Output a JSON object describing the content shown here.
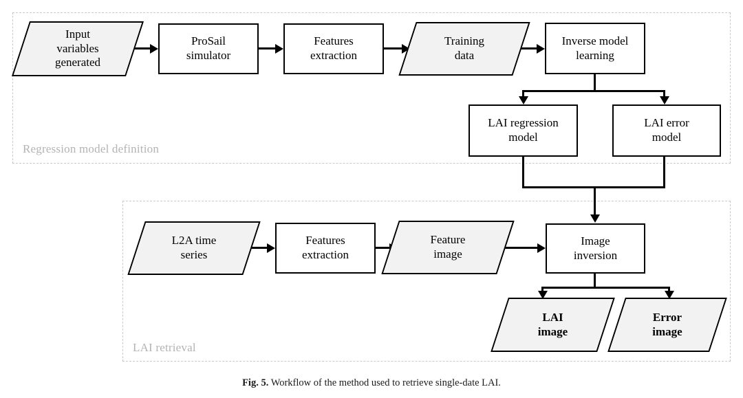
{
  "figure": {
    "caption_number": "Fig. 5.",
    "caption_text": " Workflow of the method used to retrieve single-date LAI."
  },
  "groups": [
    {
      "id": "regression-model-definition",
      "label": "Regression model definition"
    },
    {
      "id": "lai-retrieval",
      "label": "LAI retrieval"
    }
  ],
  "nodes": {
    "input_variables_generated": "Input\nvariables\ngenerated",
    "prosail_simulator": "ProSail\nsimulator",
    "features_extraction_top": "Features\nextraction",
    "training_data": "Training\ndata",
    "inverse_model_learning": "Inverse model\nlearning",
    "lai_regression_model": "LAI regression\nmodel",
    "lai_error_model": "LAI error\nmodel",
    "l2a_time_series": "L2A time\nseries",
    "features_extraction_bottom": "Features\nextraction",
    "feature_image": "Feature\nimage",
    "image_inversion": "Image\ninversion",
    "lai_image": "LAI\nimage",
    "error_image": "Error\nimage"
  },
  "colors": {
    "stroke": "#000000",
    "data_node_fill": "#f2f2f2",
    "process_node_fill": "#ffffff",
    "group_border": "#c9c9c9",
    "group_label": "#b3b3b3",
    "background": "#ffffff"
  },
  "chart_data": {
    "type": "table",
    "title": "Workflow of the method used to retrieve single-date LAI",
    "shapes": {
      "parallelogram": "data",
      "rectangle": "process"
    },
    "flow_edges": [
      [
        "input_variables_generated",
        "prosail_simulator"
      ],
      [
        "prosail_simulator",
        "features_extraction_top"
      ],
      [
        "features_extraction_top",
        "training_data"
      ],
      [
        "training_data",
        "inverse_model_learning"
      ],
      [
        "inverse_model_learning",
        "lai_regression_model"
      ],
      [
        "inverse_model_learning",
        "lai_error_model"
      ],
      [
        "lai_regression_model",
        "image_inversion"
      ],
      [
        "lai_error_model",
        "image_inversion"
      ],
      [
        "l2a_time_series",
        "features_extraction_bottom"
      ],
      [
        "features_extraction_bottom",
        "feature_image"
      ],
      [
        "feature_image",
        "image_inversion"
      ],
      [
        "image_inversion",
        "lai_image"
      ],
      [
        "image_inversion",
        "error_image"
      ]
    ]
  }
}
